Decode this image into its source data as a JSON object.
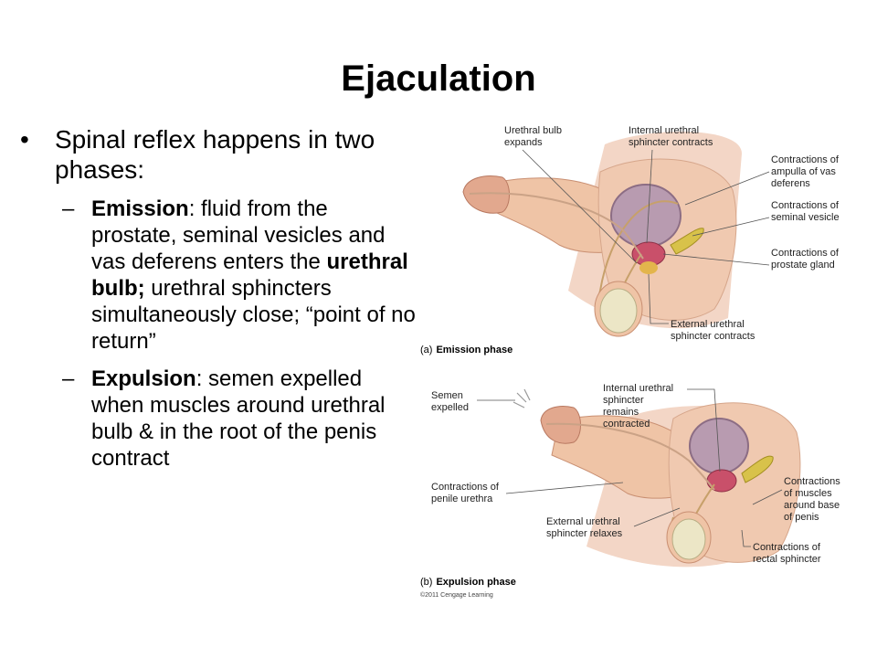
{
  "slide": {
    "title": "Ejaculation"
  },
  "bullets": {
    "main": "Spinal reflex happens in two phases:",
    "dash": "–",
    "dot": "•",
    "emission": {
      "term": "Emission",
      "p1": ": fluid from the prostate, seminal vesicles and vas deferens enters the ",
      "bold": "urethral bulb;",
      "p2": " urethral sphincters simultaneously close; “point of no return”"
    },
    "expulsion": {
      "term": "Expulsion",
      "p1": ": semen expelled when muscles around urethral bulb & in the root of the penis contract"
    }
  },
  "diagram": {
    "emission": {
      "caption_letter": "(a)",
      "caption": "Emission phase",
      "labels": {
        "bulb_expands": [
          "Urethral bulb",
          "expands"
        ],
        "internal_contracts": [
          "Internal urethral",
          "sphincter contracts"
        ],
        "ampulla": [
          "Contractions of",
          "ampulla of vas",
          "deferens"
        ],
        "seminal_vesicle": [
          "Contractions of",
          "seminal vesicle"
        ],
        "prostate": [
          "Contractions of",
          "prostate gland"
        ],
        "external_contracts": [
          "External urethral",
          "sphincter contracts"
        ]
      }
    },
    "expulsion": {
      "caption_letter": "(b)",
      "caption": "Expulsion phase",
      "labels": {
        "semen": [
          "Semen",
          "expelled"
        ],
        "internal_remains": [
          "Internal urethral",
          "sphincter",
          "remains",
          "contracted"
        ],
        "penile_urethra": [
          "Contractions of",
          "penile urethra"
        ],
        "muscles_base": [
          "Contractions",
          "of muscles",
          "around base",
          "of penis"
        ],
        "external_relaxes": [
          "External urethral",
          "sphincter relaxes"
        ],
        "rectal": [
          "Contractions of",
          "rectal sphincter"
        ]
      }
    },
    "copyright": "©2011 Cengage Learning",
    "colors": {
      "skin": "#efc4a6",
      "skin_dark": "#d9a285",
      "bladder": "#b89bb0",
      "prostate": "#c9506a",
      "vesicle": "#d8c24a",
      "testis": "#ece6c6"
    }
  }
}
